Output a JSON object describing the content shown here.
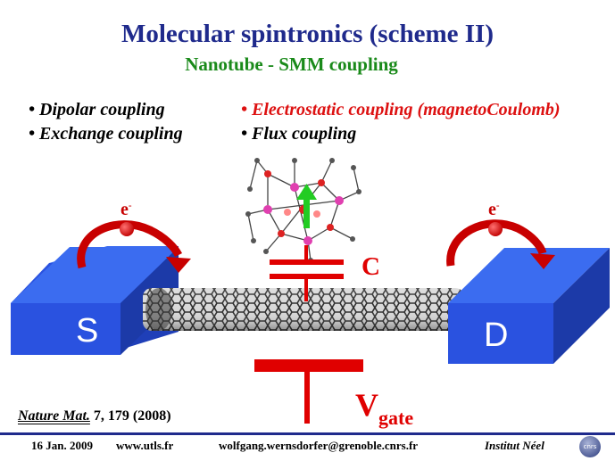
{
  "slide": {
    "title": "Molecular spintronics (scheme II)",
    "subtitle": "Nanotube - SMM coupling"
  },
  "bullets": {
    "left": [
      "• Dipolar coupling",
      "• Exchange coupling"
    ],
    "right": [
      "• Electrostatic coupling (magnetoCoulomb)",
      "• Flux coupling"
    ]
  },
  "diagram": {
    "source_label": "S",
    "drain_label": "D",
    "capacitor_label": "C",
    "gate_label_main": "V",
    "gate_label_sub": "gate",
    "electron_label": "e",
    "electron_sup": "-"
  },
  "reference": {
    "journal": "Nature Mat.",
    "citation": "7, 179 (2008)"
  },
  "footer": {
    "date": "16 Jan. 2009",
    "website": "www.utls.fr",
    "email": "wolfgang.wernsdorfer@grenoble.cnrs.fr",
    "institute": "Institut Néel",
    "logo_text": "cnrs"
  },
  "colors": {
    "title": "#1f2a8c",
    "subtitle": "#1a8a1a",
    "accent_red": "#dd1111",
    "electrode_blue": "#2a52e0",
    "spin_arrow": "#22cc22"
  }
}
